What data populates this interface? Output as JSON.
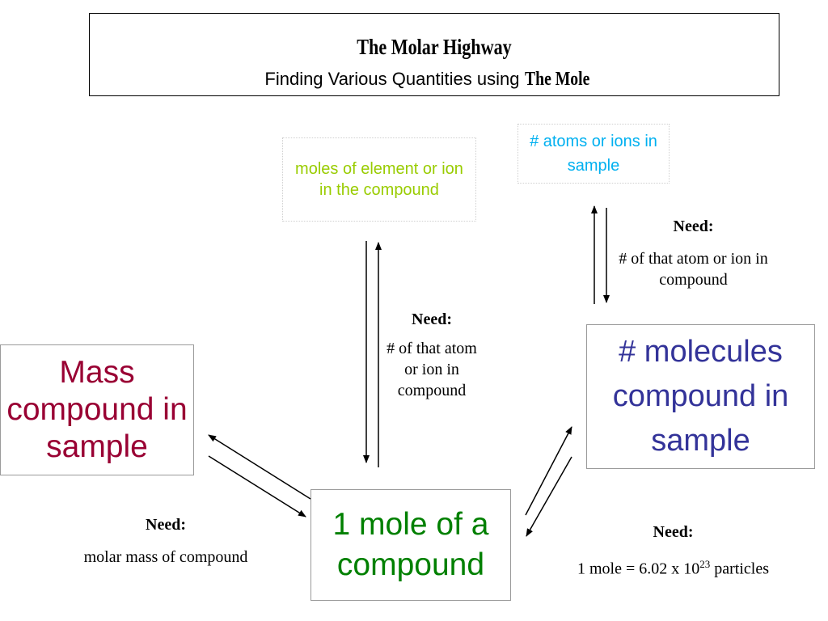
{
  "title": {
    "main": "The Molar Highway",
    "subtitle_prefix": "Finding Various Quantities using ",
    "subtitle_emphasis": "The Mole"
  },
  "nodes": {
    "moles_element": {
      "text": "moles of element or ion in the compound",
      "color": "#99cc00"
    },
    "atoms_ions": {
      "text": "# atoms or ions in sample",
      "color": "#00b0f0"
    },
    "mass_compound": {
      "text": "Mass compound in sample",
      "color": "#990033"
    },
    "molecules_compound": {
      "text": "# molecules compound in sample",
      "color": "#333399"
    },
    "one_mole": {
      "text": "1 mole of a compound",
      "color": "#008000"
    }
  },
  "conversions": {
    "mole_to_element": {
      "heading": "Need:",
      "body": "# of that atom or ion in compound"
    },
    "molecules_to_atoms": {
      "heading": "Need:",
      "body": "# of that atom or ion in compound"
    },
    "mass_to_mole": {
      "heading": "Need:",
      "body": "molar mass of compound"
    },
    "mole_to_molecules": {
      "heading": "Need:",
      "body_prefix": "1 mole = 6.02 x 10",
      "exponent": "23",
      "body_suffix": " particles"
    }
  }
}
